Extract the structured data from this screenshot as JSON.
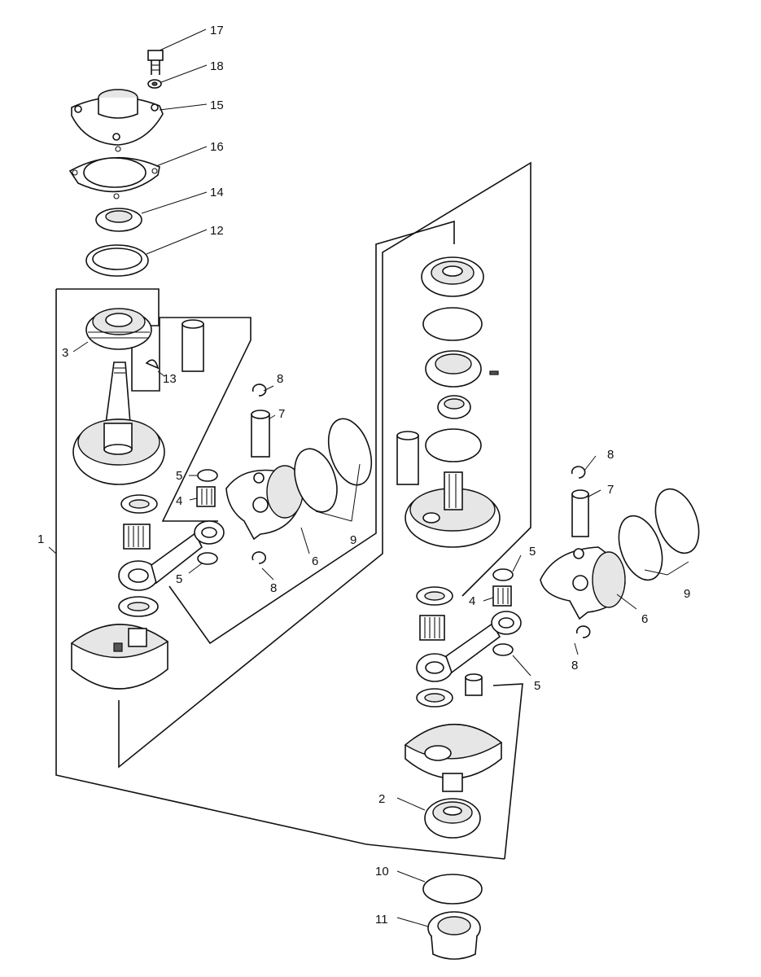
{
  "callouts": {
    "c1": "1",
    "c2": "2",
    "c3": "3",
    "c4a": "4",
    "c4b": "4",
    "c5a": "5",
    "c5b": "5",
    "c5c": "5",
    "c5d": "5",
    "c6a": "6",
    "c6b": "6",
    "c7a": "7",
    "c7b": "7",
    "c8a": "8",
    "c8b": "8",
    "c8c": "8",
    "c8d": "8",
    "c9a": "9",
    "c9b": "9",
    "c10": "10",
    "c11": "11",
    "c12": "12",
    "c13": "13",
    "c14": "14",
    "c15": "15",
    "c16": "16",
    "c17": "17",
    "c18": "18"
  }
}
